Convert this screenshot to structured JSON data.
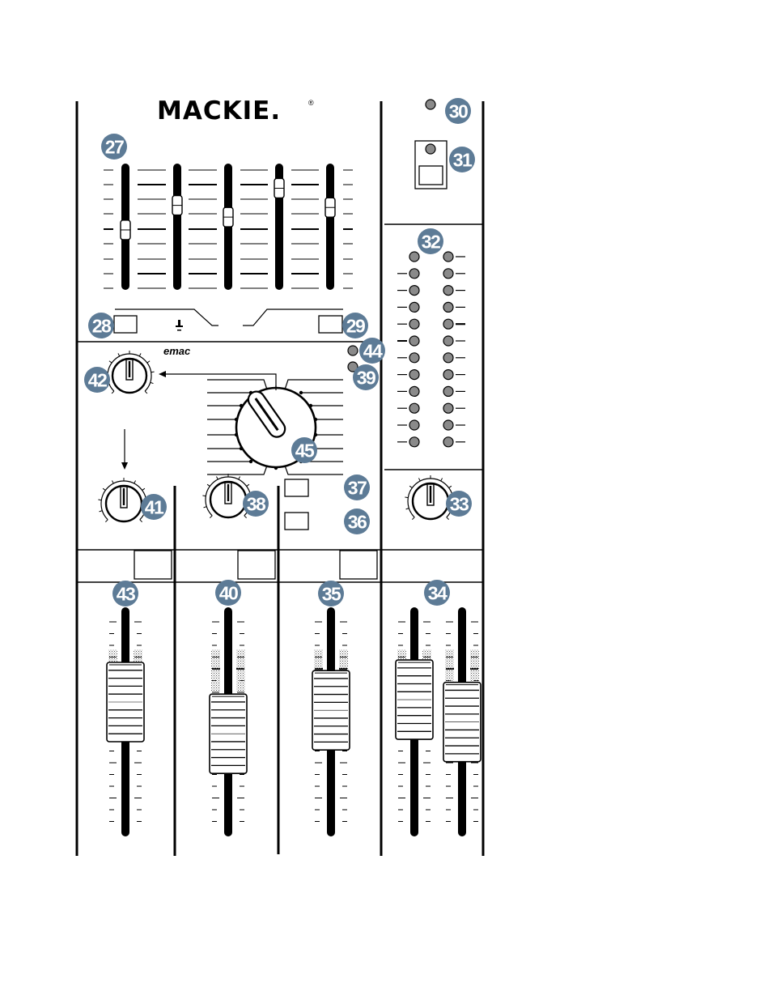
{
  "brand": {
    "logo_text": "MACKIE.",
    "registered_mark": "®",
    "emac_text": "emac"
  },
  "colors": {
    "callout_fill": "#5d7b96",
    "callout_text": "#ffffff",
    "led_fill": "#8a8a8a",
    "line": "#000000"
  },
  "callouts": [
    {
      "id": "c27",
      "label": "27"
    },
    {
      "id": "c28",
      "label": "28"
    },
    {
      "id": "c29",
      "label": "29"
    },
    {
      "id": "c30",
      "label": "30"
    },
    {
      "id": "c31",
      "label": "31"
    },
    {
      "id": "c32",
      "label": "32"
    },
    {
      "id": "c33",
      "label": "33"
    },
    {
      "id": "c34",
      "label": "34"
    },
    {
      "id": "c35",
      "label": "35"
    },
    {
      "id": "c36",
      "label": "36"
    },
    {
      "id": "c37",
      "label": "37"
    },
    {
      "id": "c38",
      "label": "38"
    },
    {
      "id": "c39",
      "label": "39"
    },
    {
      "id": "c40",
      "label": "40"
    },
    {
      "id": "c41",
      "label": "41"
    },
    {
      "id": "c42",
      "label": "42"
    },
    {
      "id": "c43",
      "label": "43"
    },
    {
      "id": "c44",
      "label": "44"
    },
    {
      "id": "c45",
      "label": "45"
    }
  ],
  "eq_slider_levels": [
    0.47,
    0.7,
    0.59,
    0.86,
    0.68
  ],
  "channel_fader_levels": [
    0.6,
    0.33,
    0.53,
    0.62,
    0.43
  ],
  "meter_rows": 12
}
